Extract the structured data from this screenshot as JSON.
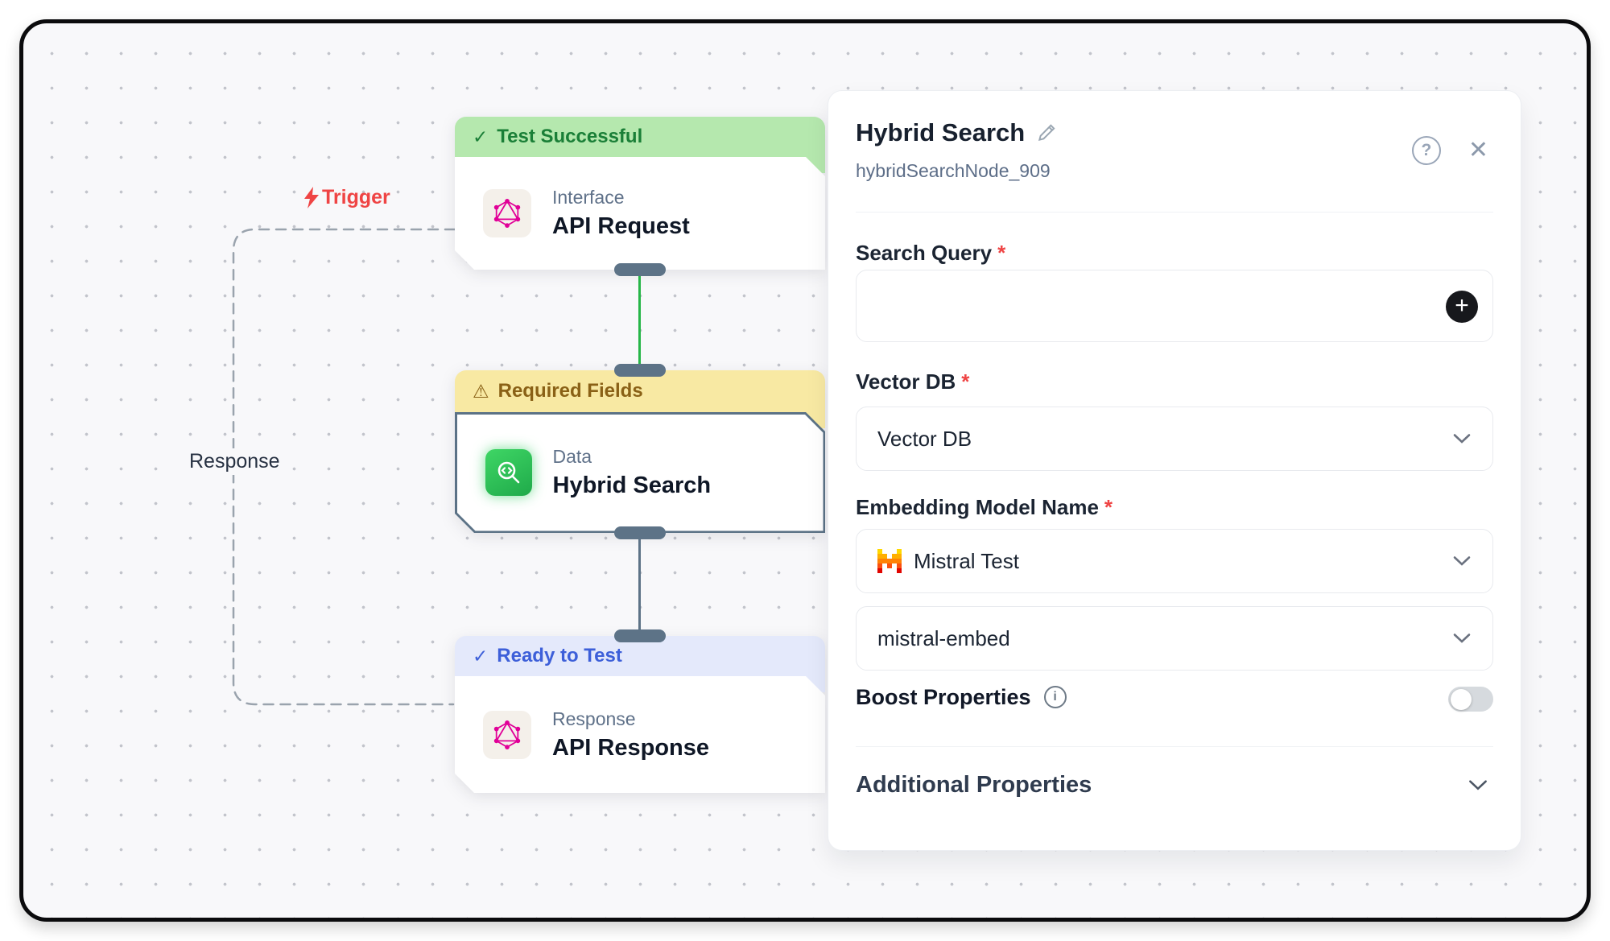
{
  "canvas": {
    "trigger_label": "Trigger",
    "response_label": "Response",
    "nodes": [
      {
        "status": "Test Successful",
        "status_icon": "✓",
        "category": "Interface",
        "title": "API Request"
      },
      {
        "status": "Required Fields",
        "status_icon": "⚠",
        "category": "Data",
        "title": "Hybrid Search"
      },
      {
        "status": "Ready to Test",
        "status_icon": "✓",
        "category": "Response",
        "title": "API Response"
      }
    ]
  },
  "panel": {
    "title": "Hybrid Search",
    "node_id": "hybridSearchNode_909",
    "help_label": "?",
    "close_label": "✕",
    "required_marker": "*",
    "plus_label": "+",
    "info_label": "i",
    "search_query": {
      "label": "Search Query",
      "value": ""
    },
    "vector_db": {
      "label": "Vector DB",
      "value": "Vector DB"
    },
    "embedding_model": {
      "label": "Embedding Model Name",
      "value": "Mistral Test"
    },
    "model": {
      "value": "mistral-embed"
    },
    "boost": {
      "label": "Boost Properties",
      "enabled": false
    },
    "additional": {
      "label": "Additional Properties"
    }
  },
  "colors": {
    "success_bg": "#b5e8ae",
    "success_text": "#1a7f37",
    "warning_bg": "#f8e9a3",
    "warning_text": "#8a6116",
    "ready_bg": "#e4e9fb",
    "ready_text": "#3d5fd9",
    "accent_green": "#27b648",
    "slate": "#5d7387",
    "trigger_red": "#ef4444",
    "graphql_pink": "#e10098"
  }
}
